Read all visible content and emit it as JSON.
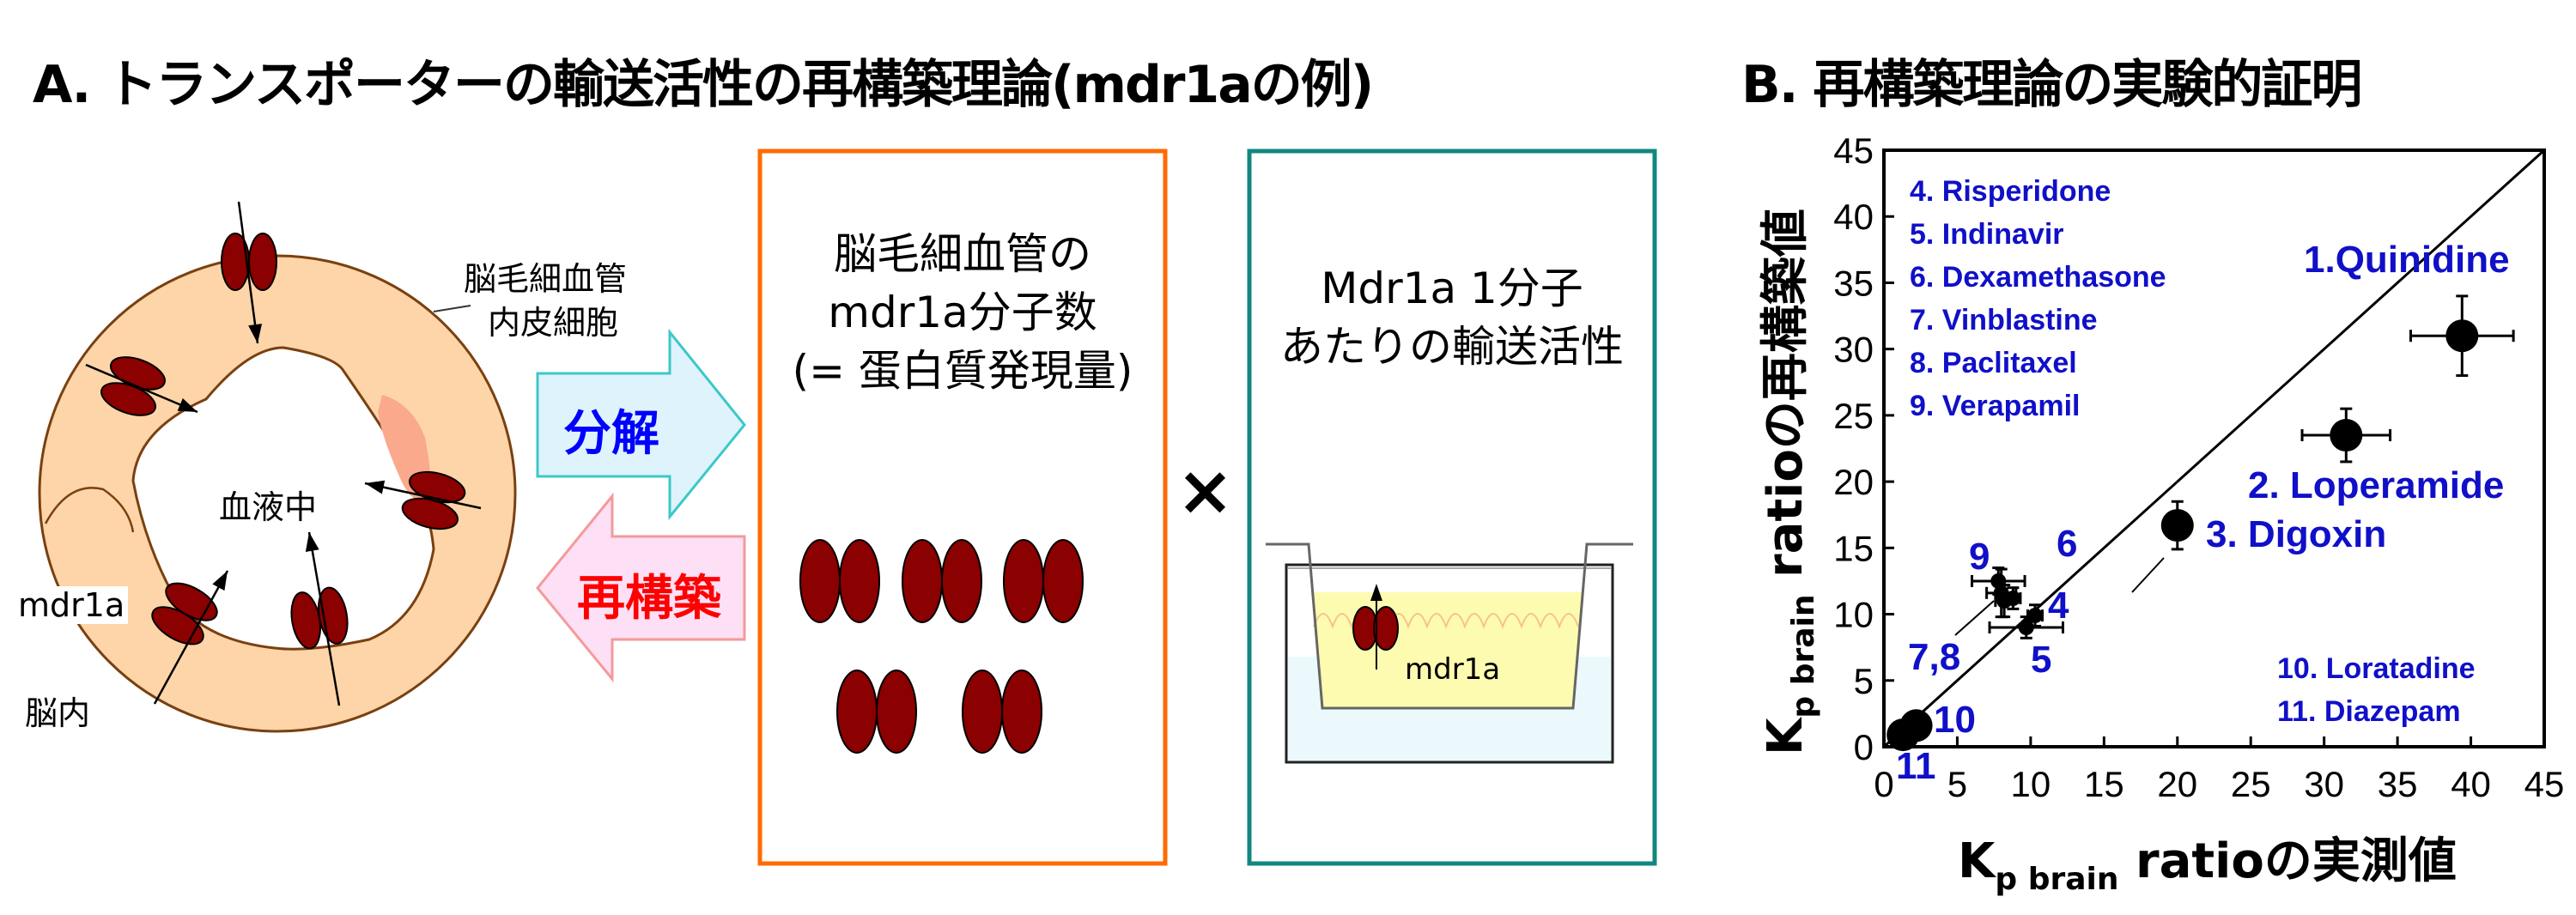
{
  "panel_a": {
    "title": "A. トランスポーターの輸送活性の再構築理論(mdr1aの例)",
    "endothelial_label_1": "脳毛細血管",
    "endothelial_label_2": "内皮細胞",
    "blood_label": "血液中",
    "mdr1a_label": "mdr1a",
    "brain_label": "脳内",
    "decompose_label": "分解",
    "reconstruct_label": "再構築",
    "box1_lines": [
      "脳毛細血管の",
      "mdr1a分子数",
      "(= 蛋白質発現量)"
    ],
    "times_symbol": "×",
    "box2_lines": [
      "Mdr1a 1分子",
      "あたりの輸送活性"
    ],
    "transwell_label": "mdr1a",
    "colors": {
      "cell": "#fdd5a8",
      "transporter": "#8b0000",
      "orange_box": "#ff6a00",
      "teal_box": "#11877f",
      "decompose": "#0000ff",
      "reconstruct": "#ff0000"
    }
  },
  "panel_b": {
    "title": "B. 再構築理論の実験的証明",
    "legend_top": [
      "4. Risperidone",
      "5. Indinavir",
      "6. Dexamethasone",
      "7. Vinblastine",
      "8. Paclitaxel",
      "9. Verapamil"
    ],
    "legend_bottom": [
      "10. Loratadine",
      "11. Diazepam"
    ]
  },
  "chart_data": {
    "type": "scatter",
    "title": "B. 再構築理論の実験的証明",
    "xlabel_main": "K",
    "xlabel_sub": "p brain",
    "xlabel_rest": " ratioの実測値",
    "ylabel_main": "K",
    "ylabel_sub": "p brain",
    "ylabel_rest": " ratioの再構築値",
    "xlim": [
      0,
      45
    ],
    "ylim": [
      0,
      45
    ],
    "xticks": [
      "0",
      "5",
      "10",
      "15",
      "20",
      "25",
      "30",
      "35",
      "40",
      "45"
    ],
    "yticks": [
      "0",
      "5",
      "10",
      "15",
      "20",
      "25",
      "30",
      "35",
      "40",
      "45"
    ],
    "identity_line": true,
    "points": [
      {
        "id": "1",
        "name": "Quinidine",
        "x": 39.4,
        "y": 31.0,
        "xerr": 3.5,
        "yerr": 3.0,
        "size": "large"
      },
      {
        "id": "2",
        "name": "Loperamide",
        "x": 31.5,
        "y": 23.5,
        "xerr": 3.0,
        "yerr": 2.0,
        "size": "large"
      },
      {
        "id": "3",
        "name": "Digoxin",
        "x": 20.0,
        "y": 16.7,
        "xerr": 0.8,
        "yerr": 1.8,
        "size": "large"
      },
      {
        "id": "4",
        "name": "Risperidone",
        "x": 10.3,
        "y": 9.9,
        "xerr": 0.5,
        "yerr": 0.8,
        "size": "small"
      },
      {
        "id": "5",
        "name": "Indinavir",
        "x": 9.7,
        "y": 9.0,
        "xerr": 2.5,
        "yerr": 0.8,
        "size": "small"
      },
      {
        "id": "6",
        "name": "Dexamethasone",
        "x": 8.8,
        "y": 11.2,
        "xerr": 0.5,
        "yerr": 0.8,
        "size": "small"
      },
      {
        "id": "7",
        "name": "Vinblastine",
        "x": 8.0,
        "y": 11.6,
        "xerr": 1.0,
        "yerr": 1.8,
        "size": "small"
      },
      {
        "id": "8",
        "name": "Paclitaxel",
        "x": 8.2,
        "y": 11.0,
        "xerr": 0.6,
        "yerr": 1.2,
        "size": "small"
      },
      {
        "id": "9",
        "name": "Verapamil",
        "x": 7.8,
        "y": 12.5,
        "xerr": 1.8,
        "yerr": 1.0,
        "size": "small"
      },
      {
        "id": "10",
        "name": "Loratadine",
        "x": 2.2,
        "y": 1.6,
        "xerr": 0,
        "yerr": 0,
        "size": "large"
      },
      {
        "id": "11",
        "name": "Diazepam",
        "x": 1.3,
        "y": 0.9,
        "xerr": 0,
        "yerr": 0,
        "size": "large"
      }
    ],
    "point_labels": {
      "p1": "1.Quinidine",
      "p2": "2. Loperamide",
      "p3": "3. Digoxin",
      "p4": "4",
      "p5": "5",
      "p6": "6",
      "p78": "7,8",
      "p9": "9",
      "p10": "10",
      "p11": "11"
    }
  }
}
